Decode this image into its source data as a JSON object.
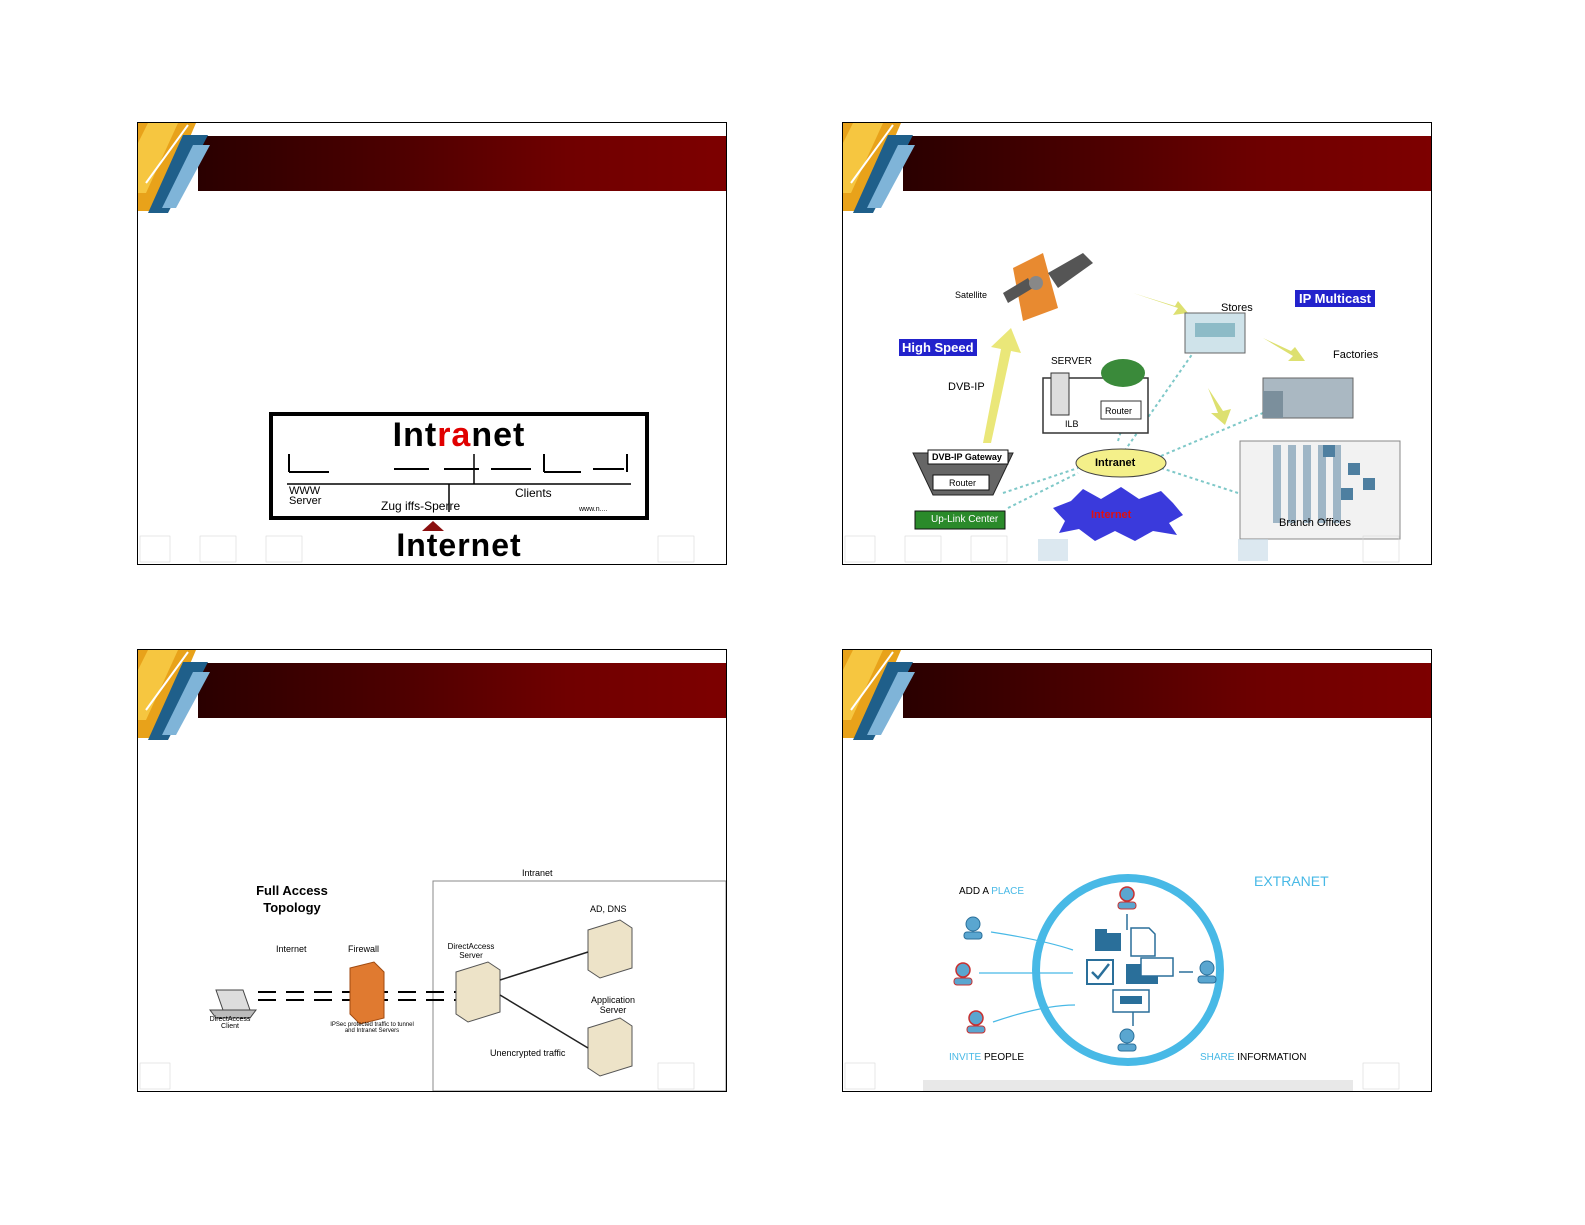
{
  "slide1": {
    "intranet_title_a": "Int",
    "intranet_title_b": "ra",
    "intranet_title_c": "net",
    "www_server": "WWW\nServer",
    "clients": "Clients",
    "firewall": "Zug iffs-Sperre",
    "internet": "Internet"
  },
  "slide2": {
    "satellite": "Satellite",
    "high_speed": "High Speed",
    "dvb_ip": "DVB-IP",
    "server": "SERVER",
    "router": "Router",
    "lb": "ILB",
    "gateway": "DVB-IP Gateway",
    "gateway_router": "Router",
    "uplink": "Up-Link Center",
    "intranet": "Intranet",
    "stores": "Stores",
    "ip_multicast": "IP Multicast",
    "factories": "Factories",
    "branch_offices": "Branch Offices",
    "internet_burst": "Internet"
  },
  "slide3": {
    "topology_title": "Full Access\nTopology",
    "intranet_box": "Intranet",
    "internet": "Internet",
    "firewall": "Firewall",
    "client": "DirectAccess\nClient",
    "da_server": "DirectAccess\nServer",
    "ad_dns": "AD, DNS",
    "app_server": "Application\nServer",
    "unencrypted": "Unencrypted traffic",
    "ipsec_note": "IPSec protected traffic to tunnel\nand Intranet Servers"
  },
  "slide4": {
    "add_a": "ADD A ",
    "place": "PLACE",
    "extranet": "EXTRANET",
    "invite": "INVITE",
    "people": " PEOPLE",
    "share": "SHARE",
    "information": " INFORMATION"
  }
}
